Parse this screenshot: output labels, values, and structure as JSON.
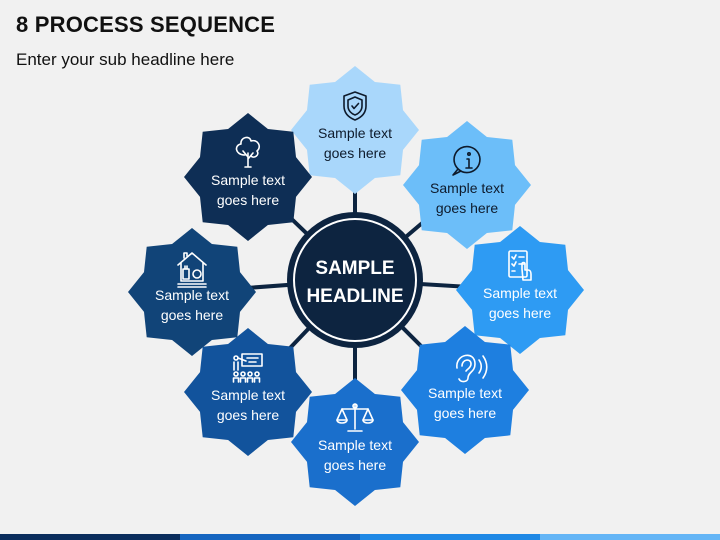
{
  "title": "8 PROCESS SEQUENCE",
  "subtitle": "Enter your sub headline here",
  "center": {
    "line1": "SAMPLE",
    "line2": "HEADLINE",
    "color": "#0d2440"
  },
  "nodes": [
    {
      "name": "shield-node",
      "icon": "shield-check-icon",
      "line1": "Sample text",
      "line2": "goes here",
      "color": "#a9d7fb",
      "text_color": "#0e1b2c"
    },
    {
      "name": "info-node",
      "icon": "info-bubble-icon",
      "line1": "Sample text",
      "line2": "goes here",
      "color": "#6cbef9",
      "text_color": "#0e1b2c"
    },
    {
      "name": "checklist-node",
      "icon": "checklist-touch-icon",
      "line1": "Sample text",
      "line2": "goes here",
      "color": "#2e9bf3",
      "text_color": "#ffffff"
    },
    {
      "name": "ear-node",
      "icon": "ear-icon",
      "line1": "Sample text",
      "line2": "goes here",
      "color": "#1e7fe0",
      "text_color": "#ffffff"
    },
    {
      "name": "scales-node",
      "icon": "balance-scale-icon",
      "line1": "Sample text",
      "line2": "goes here",
      "color": "#1a6fcc",
      "text_color": "#ffffff"
    },
    {
      "name": "presentation-node",
      "icon": "presentation-audience-icon",
      "line1": "Sample text",
      "line2": "goes here",
      "color": "#12539c",
      "text_color": "#ffffff"
    },
    {
      "name": "home-node",
      "icon": "home-food-icon",
      "line1": "Sample text",
      "line2": "goes here",
      "color": "#114478",
      "text_color": "#ffffff"
    },
    {
      "name": "tree-node",
      "icon": "tree-icon",
      "line1": "Sample text",
      "line2": "goes here",
      "color": "#0e2e55",
      "text_color": "#ffffff"
    }
  ],
  "connector_color": "#0d2440",
  "bottom_bar_colors": [
    "#0a2d5c",
    "#1565c0",
    "#1e88e5",
    "#64b5f6"
  ]
}
